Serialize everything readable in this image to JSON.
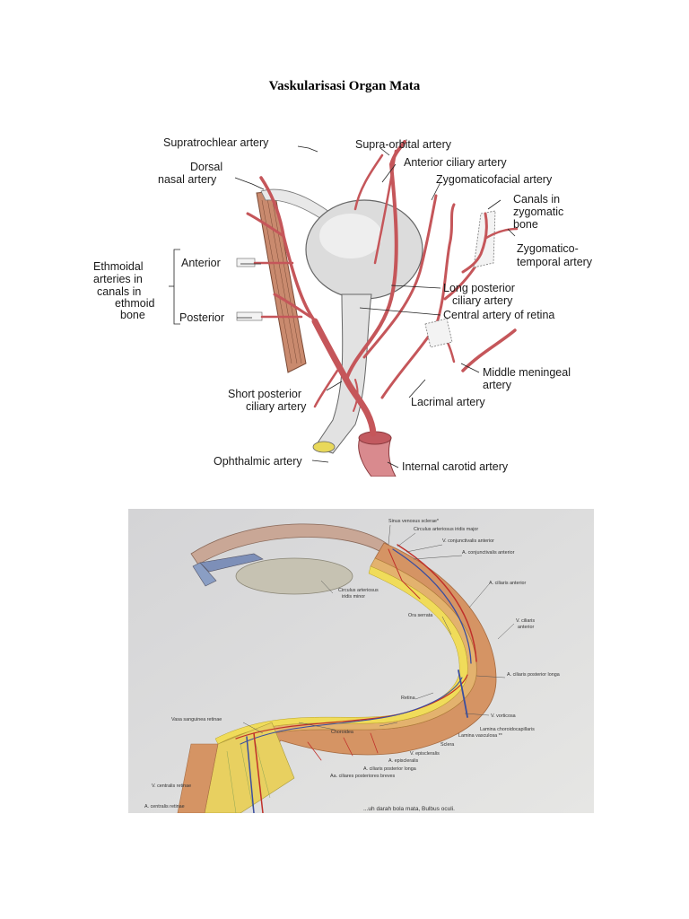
{
  "title": "Vaskularisasi Organ Mata",
  "figure1": {
    "labels": {
      "supratrochlear": "Supratrochlear artery",
      "supraorbital": "Supra-orbital artery",
      "anterior_ciliary": "Anterior ciliary artery",
      "zygomaticofacial": "Zygomaticofacial artery",
      "dorsal_nasal_1": "Dorsal",
      "dorsal_nasal_2": "nasal artery",
      "canals_1": "Canals in",
      "canals_2": "zygomatic",
      "canals_3": "bone",
      "zygtemp_1": "Zygomatico-",
      "zygtemp_2": "temporal artery",
      "ethmoidal_1": "Ethmoidal",
      "ethmoidal_2": "arteries in",
      "ethmoidal_3": "canals in",
      "ethmoidal_4": "ethmoid",
      "ethmoidal_5": "bone",
      "anterior": "Anterior",
      "posterior": "Posterior",
      "long_posterior_1": "Long posterior",
      "long_posterior_2": "ciliary artery",
      "central_retina": "Central artery of retina",
      "middle_meningeal_1": "Middle meningeal",
      "middle_meningeal_2": "artery",
      "lacrimal": "Lacrimal artery",
      "short_posterior_1": "Short posterior",
      "short_posterior_2": "ciliary artery",
      "ophthalmic": "Ophthalmic artery",
      "internal_carotid": "Internal carotid artery"
    }
  },
  "figure2": {
    "labels": {
      "sinus_venosus": "Sinus venosus sclerae*",
      "circulus_major": "Circulus arteriosus iridis major",
      "v_conj_ant": "V. conjunctivalis anterior",
      "a_conj_ant": "A. conjunctivalis anterior",
      "a_ciliaris_ant": "A. ciliaris anterior",
      "circulus_minor_1": "Circulus arteriosus",
      "circulus_minor_2": "iridis minor",
      "ora_serrata": "Ora serrata",
      "v_ciliaris_ant_1": "V. ciliaris",
      "v_ciliaris_ant_2": "anterior",
      "a_cil_post_longa": "A. ciliaris posterior longa",
      "retina": "Retina",
      "v_vorticosa": "V. vorticosa",
      "vasa_sanguinea": "Vasa sanguinea retinae",
      "choroidea": "Choroidea",
      "lamina_chorio": "Lamina choroidocapillaris",
      "lamina_vasc": "Lamina vasculosa **",
      "sclera": "Sclera",
      "v_episcleralis": "V. episcleralis",
      "a_episcleralis": "A. episcleralis",
      "a_cil_post_longa_2": "A. ciliaris posterior longa",
      "aa_cil_post_breves": "Aa. ciliares posteriores breves",
      "v_centralis": "V. centralis retinae",
      "a_centralis": "A. centralis retinae",
      "caption": "...uh darah bola mata, Bulbus oculi."
    }
  }
}
